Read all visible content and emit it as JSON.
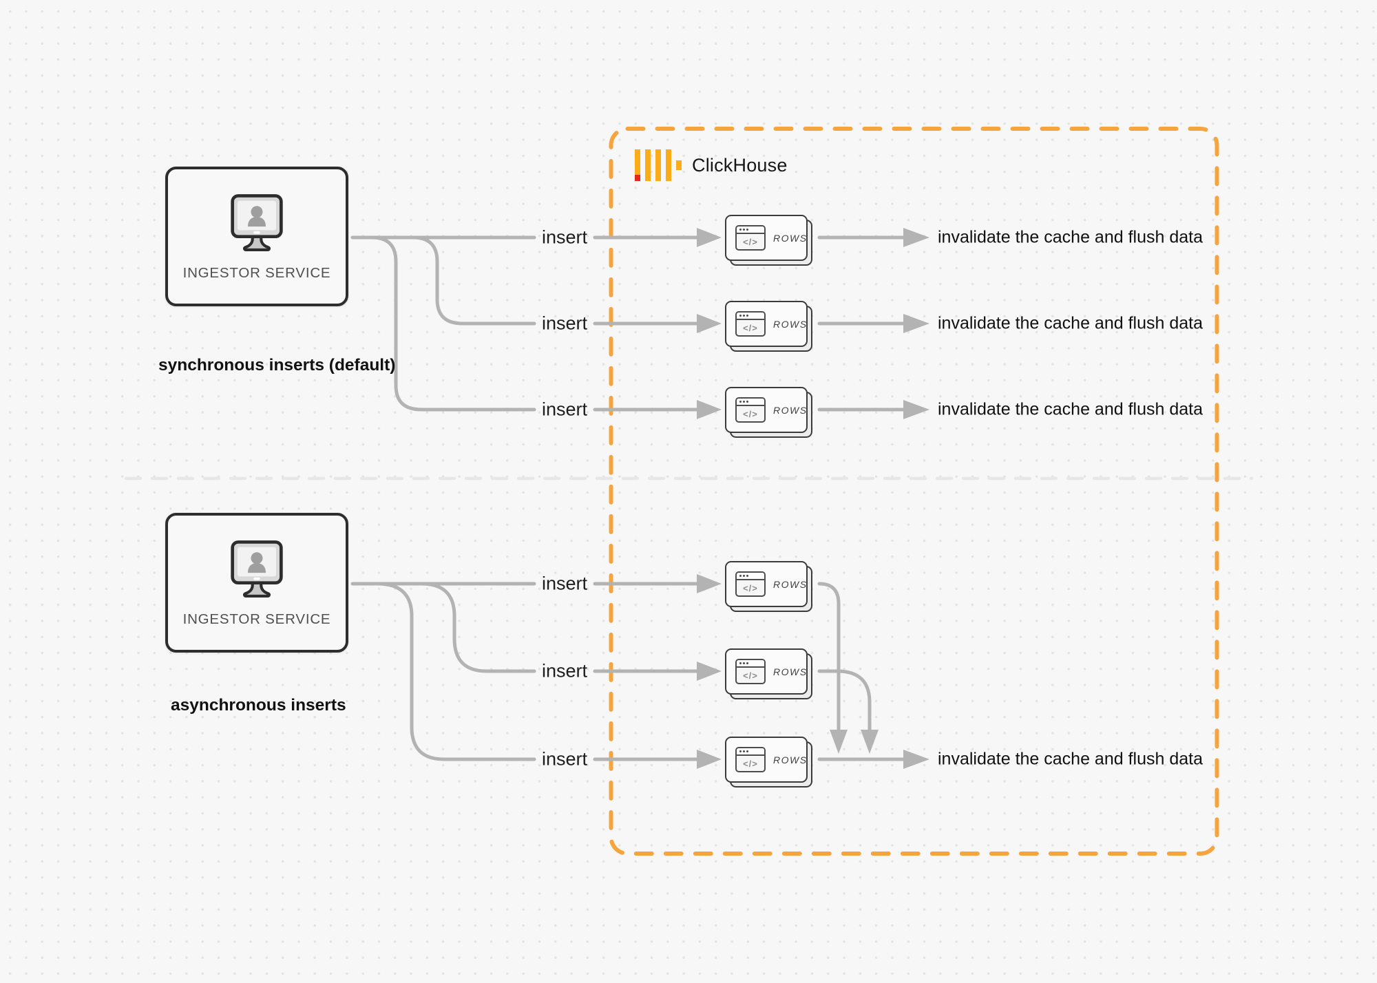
{
  "clickhouse": {
    "label": "ClickHouse"
  },
  "sync_section": {
    "service_label": "INGESTOR SERVICE",
    "caption": "synchronous inserts (default)"
  },
  "async_section": {
    "service_label": "INGESTOR SERVICE",
    "caption": "asynchronous inserts"
  },
  "labels": {
    "insert": "insert",
    "rows": "ROWS",
    "code": "</>",
    "invalidate": "invalidate the cache and flush data"
  },
  "colors": {
    "accent_orange": "#F6A43D",
    "logo_yellow": "#FAAD19",
    "logo_red": "#E8251B",
    "connector_gray": "#B3B3B3",
    "divider_gray": "#E8E8E8",
    "box_border": "#2D2D2D"
  }
}
